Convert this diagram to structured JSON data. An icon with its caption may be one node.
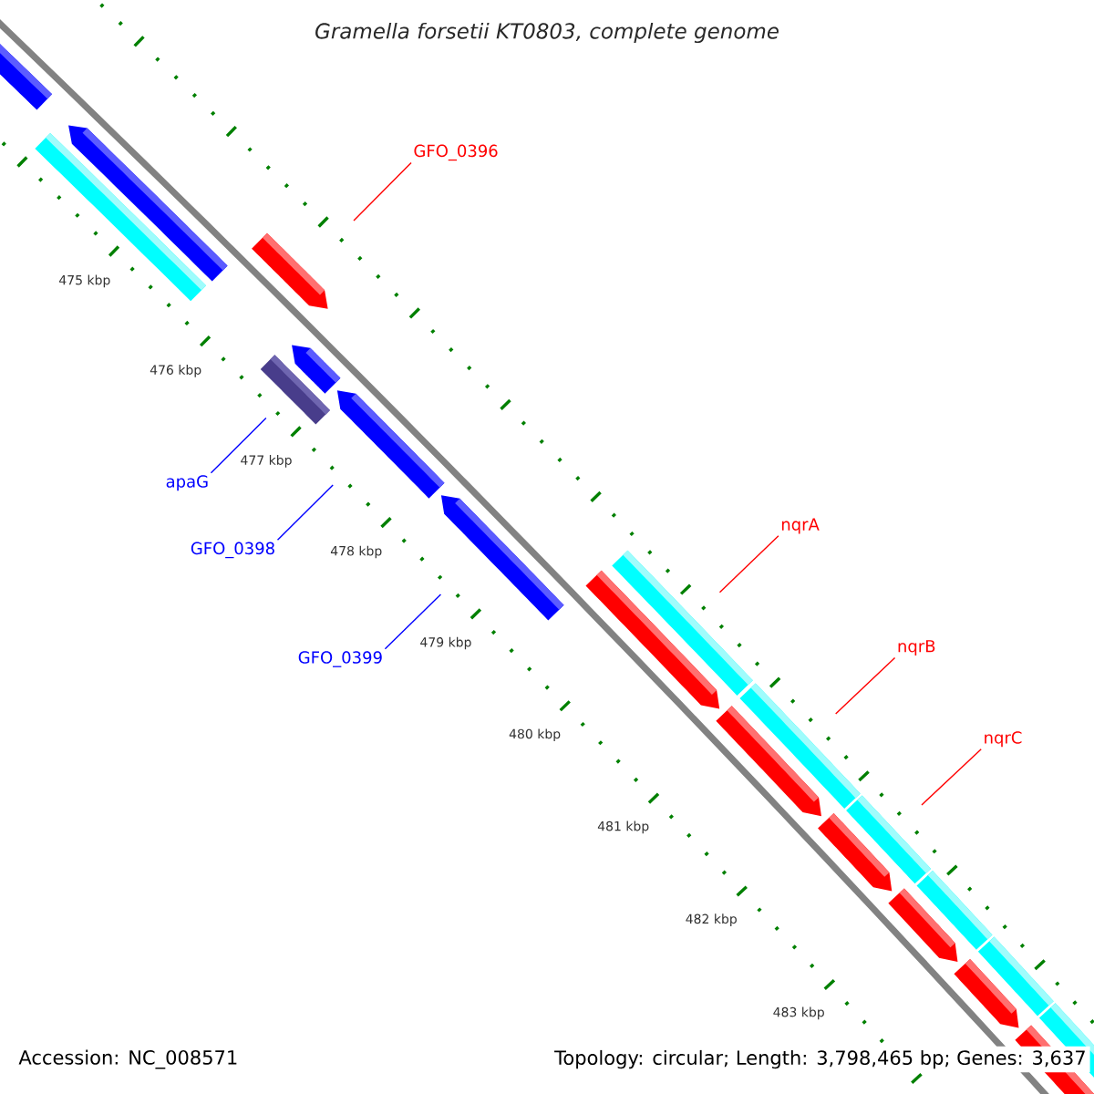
{
  "diagram": {
    "title": "Gramella forsetii KT0803, complete genome",
    "nodes": [
      {
        "text": [
          "GFO_0396"
        ]
      },
      {
        "text": [],
        "shape": "arrow"
      },
      {
        "text": [
          "apaG"
        ]
      },
      {
        "text": [],
        "shape": "bar"
      },
      {
        "text": [
          "nqrA"
        ]
      },
      {
        "text": [],
        "shape": "bar"
      },
      {
        "text": [
          "GFO_0398"
        ]
      },
      {
        "text": [],
        "shape": "arrow"
      },
      {
        "text": [
          "GFO_0399"
        ]
      },
      {
        "text": [],
        "shape": "arrow"
      },
      {
        "text": [
          "nqrB"
        ]
      },
      {
        "text": [],
        "shape": "bar"
      },
      {
        "text": [
          "nqrC"
        ]
      },
      {
        "text": [],
        "shape": "bar"
      },
      {
        "text": [],
        "shape": "arrow"
      },
      {
        "text": [],
        "shape": "arrow"
      },
      {
        "text": [],
        "shape": "bar"
      },
      {
        "text": [],
        "shape": "arrow"
      },
      {
        "text": [],
        "shape": "arrow"
      },
      {
        "text": [],
        "shape": "arrow"
      },
      {
        "text": [],
        "shape": "arrow"
      },
      {
        "text": [],
        "shape": "arrow"
      },
      {
        "text": [],
        "shape": "arrow"
      },
      {
        "text": [],
        "shape": "arrow"
      },
      {
        "text": [],
        "shape": "bar"
      },
      {
        "text": [],
        "shape": "bar"
      },
      {
        "text": [],
        "shape": "bar"
      }
    ],
    "edges": [
      {
        "from": 0,
        "to": 1,
        "arrow": "none"
      },
      {
        "from": 2,
        "to": 3,
        "arrow": "none",
        "color": "#0000ff"
      },
      {
        "from": 4,
        "to": 5,
        "arrow": "none"
      },
      {
        "from": 6,
        "to": 7,
        "arrow": "none",
        "color": "#0000ff"
      },
      {
        "from": 8,
        "to": 9,
        "arrow": "none",
        "color": "#0000ff"
      },
      {
        "from": 10,
        "to": 11,
        "arrow": "none"
      },
      {
        "from": 12,
        "to": 13,
        "arrow": "none"
      }
    ],
    "labels": [
      "475 kbp",
      "476 kbp",
      "477 kbp",
      "478 kbp",
      "479 kbp",
      "480 kbp",
      "481 kbp",
      "482 kbp",
      "483 kbp",
      "Accession: NC_008571",
      "Topology: circular; Length: 3,798,465 bp; Genes: 3,637"
    ]
  }
}
